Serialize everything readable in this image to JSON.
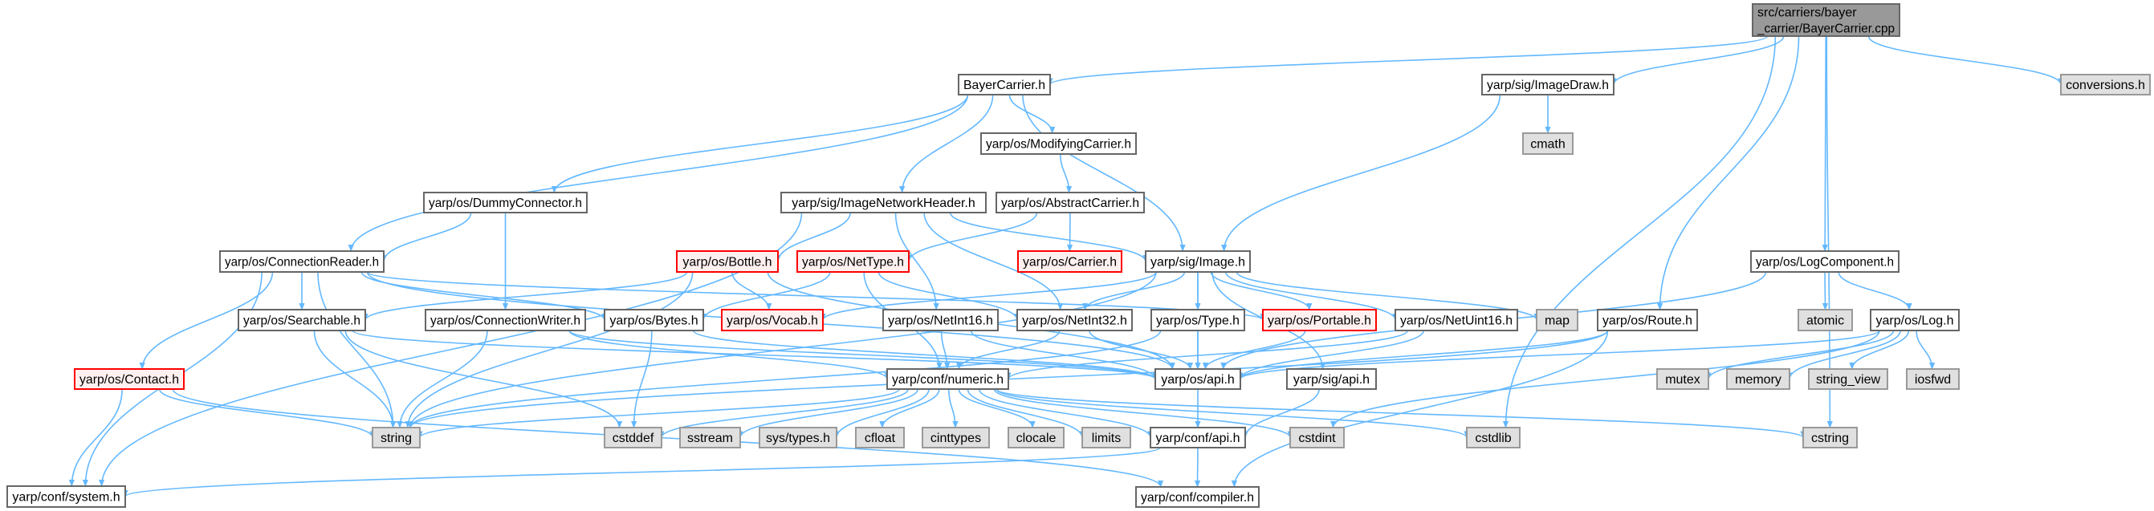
{
  "title": "Include dependency graph for BayerCarrier.cpp",
  "colors": {
    "edge": "#63b8ff",
    "root_fill": "#999999",
    "root_stroke": "#666666",
    "normal_fill": "#ffffff",
    "normal_stroke": "#666666",
    "red_fill": "#fff0f0",
    "red_stroke": "#ff0000",
    "gray_fill": "#e0e0e0",
    "gray_stroke": "#999999"
  },
  "nodes": [
    {
      "id": "cpp",
      "label": "src/carriers/bayer\n_carrier/BayerCarrier.cpp",
      "kind": "root"
    },
    {
      "id": "bayerh",
      "label": "BayerCarrier.h",
      "kind": "normal"
    },
    {
      "id": "imagedraw",
      "label": "yarp/sig/ImageDraw.h",
      "kind": "normal"
    },
    {
      "id": "conversions",
      "label": "conversions.h",
      "kind": "gray"
    },
    {
      "id": "modifying",
      "label": "yarp/os/ModifyingCarrier.h",
      "kind": "normal"
    },
    {
      "id": "cmath",
      "label": "cmath",
      "kind": "gray"
    },
    {
      "id": "dummy",
      "label": "yarp/os/DummyConnector.h",
      "kind": "normal"
    },
    {
      "id": "inh",
      "label": "yarp/sig/ImageNetworkHeader.h",
      "kind": "normal"
    },
    {
      "id": "abstract",
      "label": "yarp/os/AbstractCarrier.h",
      "kind": "normal"
    },
    {
      "id": "creader",
      "label": "yarp/os/ConnectionReader.h",
      "kind": "normal"
    },
    {
      "id": "bottle",
      "label": "yarp/os/Bottle.h",
      "kind": "red"
    },
    {
      "id": "nettype",
      "label": "yarp/os/NetType.h",
      "kind": "red"
    },
    {
      "id": "carrier",
      "label": "yarp/os/Carrier.h",
      "kind": "red"
    },
    {
      "id": "image",
      "label": "yarp/sig/Image.h",
      "kind": "normal"
    },
    {
      "id": "logcomp",
      "label": "yarp/os/LogComponent.h",
      "kind": "normal"
    },
    {
      "id": "searchable",
      "label": "yarp/os/Searchable.h",
      "kind": "normal"
    },
    {
      "id": "cwriter",
      "label": "yarp/os/ConnectionWriter.h",
      "kind": "normal"
    },
    {
      "id": "bytes",
      "label": "yarp/os/Bytes.h",
      "kind": "normal"
    },
    {
      "id": "vocab",
      "label": "yarp/os/Vocab.h",
      "kind": "red"
    },
    {
      "id": "netint16",
      "label": "yarp/os/NetInt16.h",
      "kind": "normal"
    },
    {
      "id": "netint32",
      "label": "yarp/os/NetInt32.h",
      "kind": "normal"
    },
    {
      "id": "type",
      "label": "yarp/os/Type.h",
      "kind": "normal"
    },
    {
      "id": "portable",
      "label": "yarp/os/Portable.h",
      "kind": "red"
    },
    {
      "id": "netuint16",
      "label": "yarp/os/NetUint16.h",
      "kind": "normal"
    },
    {
      "id": "map",
      "label": "map",
      "kind": "gray"
    },
    {
      "id": "route",
      "label": "yarp/os/Route.h",
      "kind": "normal"
    },
    {
      "id": "atomic",
      "label": "atomic",
      "kind": "gray"
    },
    {
      "id": "log",
      "label": "yarp/os/Log.h",
      "kind": "normal"
    },
    {
      "id": "contact",
      "label": "yarp/os/Contact.h",
      "kind": "red"
    },
    {
      "id": "numeric",
      "label": "yarp/conf/numeric.h",
      "kind": "normal"
    },
    {
      "id": "osapi",
      "label": "yarp/os/api.h",
      "kind": "normal"
    },
    {
      "id": "sigapi",
      "label": "yarp/sig/api.h",
      "kind": "normal"
    },
    {
      "id": "mutex",
      "label": "mutex",
      "kind": "gray"
    },
    {
      "id": "memory",
      "label": "memory",
      "kind": "gray"
    },
    {
      "id": "string_view",
      "label": "string_view",
      "kind": "gray"
    },
    {
      "id": "iosfwd",
      "label": "iosfwd",
      "kind": "gray"
    },
    {
      "id": "string",
      "label": "string",
      "kind": "gray"
    },
    {
      "id": "cstddef",
      "label": "cstddef",
      "kind": "gray"
    },
    {
      "id": "sstream",
      "label": "sstream",
      "kind": "gray"
    },
    {
      "id": "systypes",
      "label": "sys/types.h",
      "kind": "gray"
    },
    {
      "id": "cfloat",
      "label": "cfloat",
      "kind": "gray"
    },
    {
      "id": "cinttypes",
      "label": "cinttypes",
      "kind": "gray"
    },
    {
      "id": "clocale",
      "label": "clocale",
      "kind": "gray"
    },
    {
      "id": "limits",
      "label": "limits",
      "kind": "gray"
    },
    {
      "id": "confapi",
      "label": "yarp/conf/api.h",
      "kind": "normal"
    },
    {
      "id": "cstdint",
      "label": "cstdint",
      "kind": "gray"
    },
    {
      "id": "cstdlib",
      "label": "cstdlib",
      "kind": "gray"
    },
    {
      "id": "cstring",
      "label": "cstring",
      "kind": "gray"
    },
    {
      "id": "system",
      "label": "yarp/conf/system.h",
      "kind": "normal"
    },
    {
      "id": "compiler",
      "label": "yarp/conf/compiler.h",
      "kind": "normal"
    }
  ],
  "edges": [
    [
      "cpp",
      "bayerh"
    ],
    [
      "cpp",
      "imagedraw"
    ],
    [
      "cpp",
      "conversions"
    ],
    [
      "cpp",
      "logcomp"
    ],
    [
      "cpp",
      "route"
    ],
    [
      "cpp",
      "cstdlib"
    ],
    [
      "cpp",
      "cstring"
    ],
    [
      "bayerh",
      "dummy"
    ],
    [
      "bayerh",
      "modifying"
    ],
    [
      "bayerh",
      "inh"
    ],
    [
      "bayerh",
      "image"
    ],
    [
      "bayerh",
      "creader"
    ],
    [
      "imagedraw",
      "image"
    ],
    [
      "imagedraw",
      "cmath"
    ],
    [
      "modifying",
      "abstract"
    ],
    [
      "abstract",
      "nettype"
    ],
    [
      "abstract",
      "carrier"
    ],
    [
      "dummy",
      "creader"
    ],
    [
      "dummy",
      "cwriter"
    ],
    [
      "inh",
      "bottle"
    ],
    [
      "inh",
      "netint16"
    ],
    [
      "inh",
      "netint32"
    ],
    [
      "inh",
      "image"
    ],
    [
      "inh",
      "system"
    ],
    [
      "creader",
      "searchable"
    ],
    [
      "creader",
      "bytes"
    ],
    [
      "creader",
      "contact"
    ],
    [
      "creader",
      "string"
    ],
    [
      "creader",
      "osapi"
    ],
    [
      "creader",
      "portable"
    ],
    [
      "creader",
      "system"
    ],
    [
      "bottle",
      "vocab"
    ],
    [
      "bottle",
      "searchable"
    ],
    [
      "bottle",
      "string"
    ],
    [
      "bottle",
      "osapi"
    ],
    [
      "nettype",
      "bytes"
    ],
    [
      "nettype",
      "netint32"
    ],
    [
      "nettype",
      "numeric"
    ],
    [
      "image",
      "netint32"
    ],
    [
      "image",
      "type"
    ],
    [
      "image",
      "portable"
    ],
    [
      "image",
      "netuint16"
    ],
    [
      "image",
      "map"
    ],
    [
      "image",
      "vocab"
    ],
    [
      "image",
      "osapi"
    ],
    [
      "image",
      "string"
    ],
    [
      "image",
      "sigapi"
    ],
    [
      "searchable",
      "string"
    ],
    [
      "searchable",
      "cstddef"
    ],
    [
      "searchable",
      "osapi"
    ],
    [
      "cwriter",
      "string"
    ],
    [
      "cwriter",
      "osapi"
    ],
    [
      "cwriter",
      "numeric"
    ],
    [
      "bytes",
      "cstddef"
    ],
    [
      "bytes",
      "osapi"
    ],
    [
      "contact",
      "string"
    ],
    [
      "contact",
      "system"
    ],
    [
      "contact",
      "compiler"
    ],
    [
      "netint16",
      "numeric"
    ],
    [
      "netint16",
      "osapi"
    ],
    [
      "netint32",
      "numeric"
    ],
    [
      "netint32",
      "osapi"
    ],
    [
      "type",
      "osapi"
    ],
    [
      "type",
      "string"
    ],
    [
      "portable",
      "osapi"
    ],
    [
      "netuint16",
      "numeric"
    ],
    [
      "netuint16",
      "osapi"
    ],
    [
      "route",
      "osapi"
    ],
    [
      "route",
      "string"
    ],
    [
      "route",
      "compiler"
    ],
    [
      "logcomp",
      "atomic"
    ],
    [
      "logcomp",
      "log"
    ],
    [
      "logcomp",
      "osapi"
    ],
    [
      "log",
      "mutex"
    ],
    [
      "log",
      "memory"
    ],
    [
      "log",
      "string_view"
    ],
    [
      "log",
      "iosfwd"
    ],
    [
      "log",
      "osapi"
    ],
    [
      "log",
      "cstdint"
    ],
    [
      "numeric",
      "string"
    ],
    [
      "numeric",
      "cstddef"
    ],
    [
      "numeric",
      "sstream"
    ],
    [
      "numeric",
      "systypes"
    ],
    [
      "numeric",
      "cfloat"
    ],
    [
      "numeric",
      "cinttypes"
    ],
    [
      "numeric",
      "clocale"
    ],
    [
      "numeric",
      "limits"
    ],
    [
      "numeric",
      "confapi"
    ],
    [
      "numeric",
      "cstdint"
    ],
    [
      "numeric",
      "cstdlib"
    ],
    [
      "numeric",
      "cstring"
    ],
    [
      "osapi",
      "confapi"
    ],
    [
      "sigapi",
      "confapi"
    ],
    [
      "confapi",
      "system"
    ],
    [
      "confapi",
      "compiler"
    ]
  ]
}
